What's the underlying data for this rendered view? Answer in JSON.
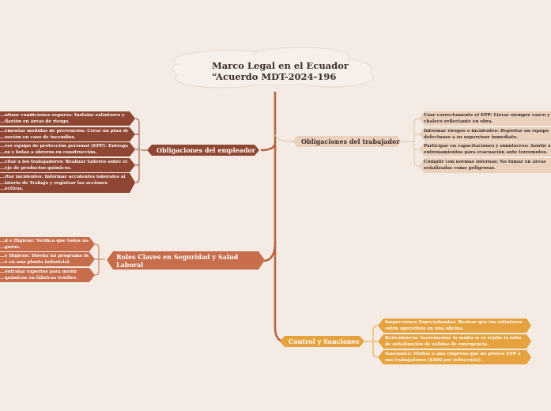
{
  "title": {
    "line1": "Marco Legal en el Ecuador",
    "line2": "“Acuerdo MDT-2024-196"
  },
  "colors": {
    "background": "#f4ebe4",
    "trunk": "#b8643c",
    "employer": "#8f4632",
    "worker": "#ead1bd",
    "roles": "#c76d4b",
    "control": "#e6a23f"
  },
  "branches": {
    "employer": {
      "label": "Obligaciones del empleador",
      "items": [
        [
          "...ntizar condiciones seguras: Instalar extintores y",
          "...ilación en áreas de riesgo."
        ],
        [
          "...ementar medidas de prevención: Crear un plan de",
          "...uación en caso de incendios."
        ],
        [
          "...eer equipo de protección personal (EPP): Entregar",
          "...os y botas a obreros en construcción."
        ],
        [
          "...citar a los trabajadores: Realizar talleres sobre el",
          "...ejo de productos químicos."
        ],
        [
          "...rtar incidentes: Informar accidentes laborales al",
          "...isterio de Trabajo y registrar las acciones",
          "...ectivas."
        ]
      ]
    },
    "worker": {
      "label": "Obligaciones del trabajador",
      "items": [
        [
          "Usar correctamente el EPP: Llevar siempre casco y",
          "chaleco reflectante en obra."
        ],
        [
          "Informar riesgos o incidentes: Reportar un equipo",
          "defectuoso a su supervisor inmediato."
        ],
        [
          "Participar en capacitaciones y simulacros: Asistir a",
          "entrenamientos para evacuación ante terremotos."
        ],
        [
          "Cumplir con normas internas: No fumar en áreas",
          "señalizadas como peligrosas."
        ]
      ]
    },
    "roles": {
      "label": [
        "Roles Claves en Seguridad y Salud",
        "Laboral"
      ],
      "items": [
        [
          "...d e Higiene: Verifica que todos usen",
          "...guros."
        ],
        [
          "...e Higiene: Diseña un programa de",
          "...e en una planta industrial."
        ],
        [
          "...ontratar expertos para medir",
          "...químicos en fábricas textiles."
        ]
      ]
    },
    "control": {
      "label": "Control y Sanciones",
      "items": [
        [
          "Inspecciones Especializadas: Revisar que los extintores",
          "estén operativos en una oficina."
        ],
        [
          "Reincidencia: Incrementar la multa si se repite la falta",
          "de señalización de salidas de emergencia."
        ],
        [
          "Sanciones: Multar a una empresa que no provea EPP a",
          "sus trabajadores ($500 por infracción)."
        ]
      ]
    }
  }
}
